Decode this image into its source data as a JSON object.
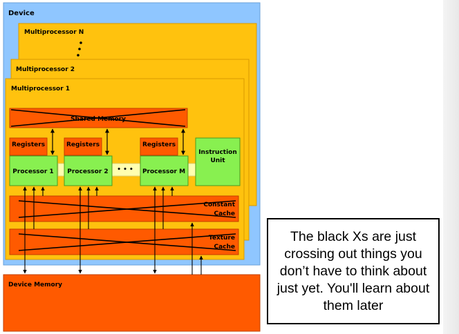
{
  "diagram": {
    "device_label": "Device",
    "multiprocessor_n_label": "Multiprocessor N",
    "multiprocessor_2_label": "Multiprocessor 2",
    "multiprocessor_1_label": "Multiprocessor 1",
    "shared_memory_label": "Shared Memory",
    "registers_label": "Registers",
    "processor_1_label": "Processor 1",
    "processor_2_label": "Processor 2",
    "processor_m_label": "Processor M",
    "processor_ellipsis": "• • •",
    "instruction_unit_label_line1": "Instruction",
    "instruction_unit_label_line2": "Unit",
    "constant_cache_line1": "Constant",
    "constant_cache_line2": "Cache",
    "texture_cache_line1": "Texture",
    "texture_cache_line2": "Cache",
    "device_memory_label": "Device Memory"
  },
  "note": {
    "text": "The black Xs are just crossing out things you don’t have to think about just yet. You'll learn about them later"
  },
  "colors": {
    "device_bg": "#8fc6ff",
    "multiprocessor_bg": "#ffc20e",
    "memory_bg": "#ff5a00",
    "processor_bg": "#88f050",
    "ellipsis_bg": "#ffffb0"
  }
}
